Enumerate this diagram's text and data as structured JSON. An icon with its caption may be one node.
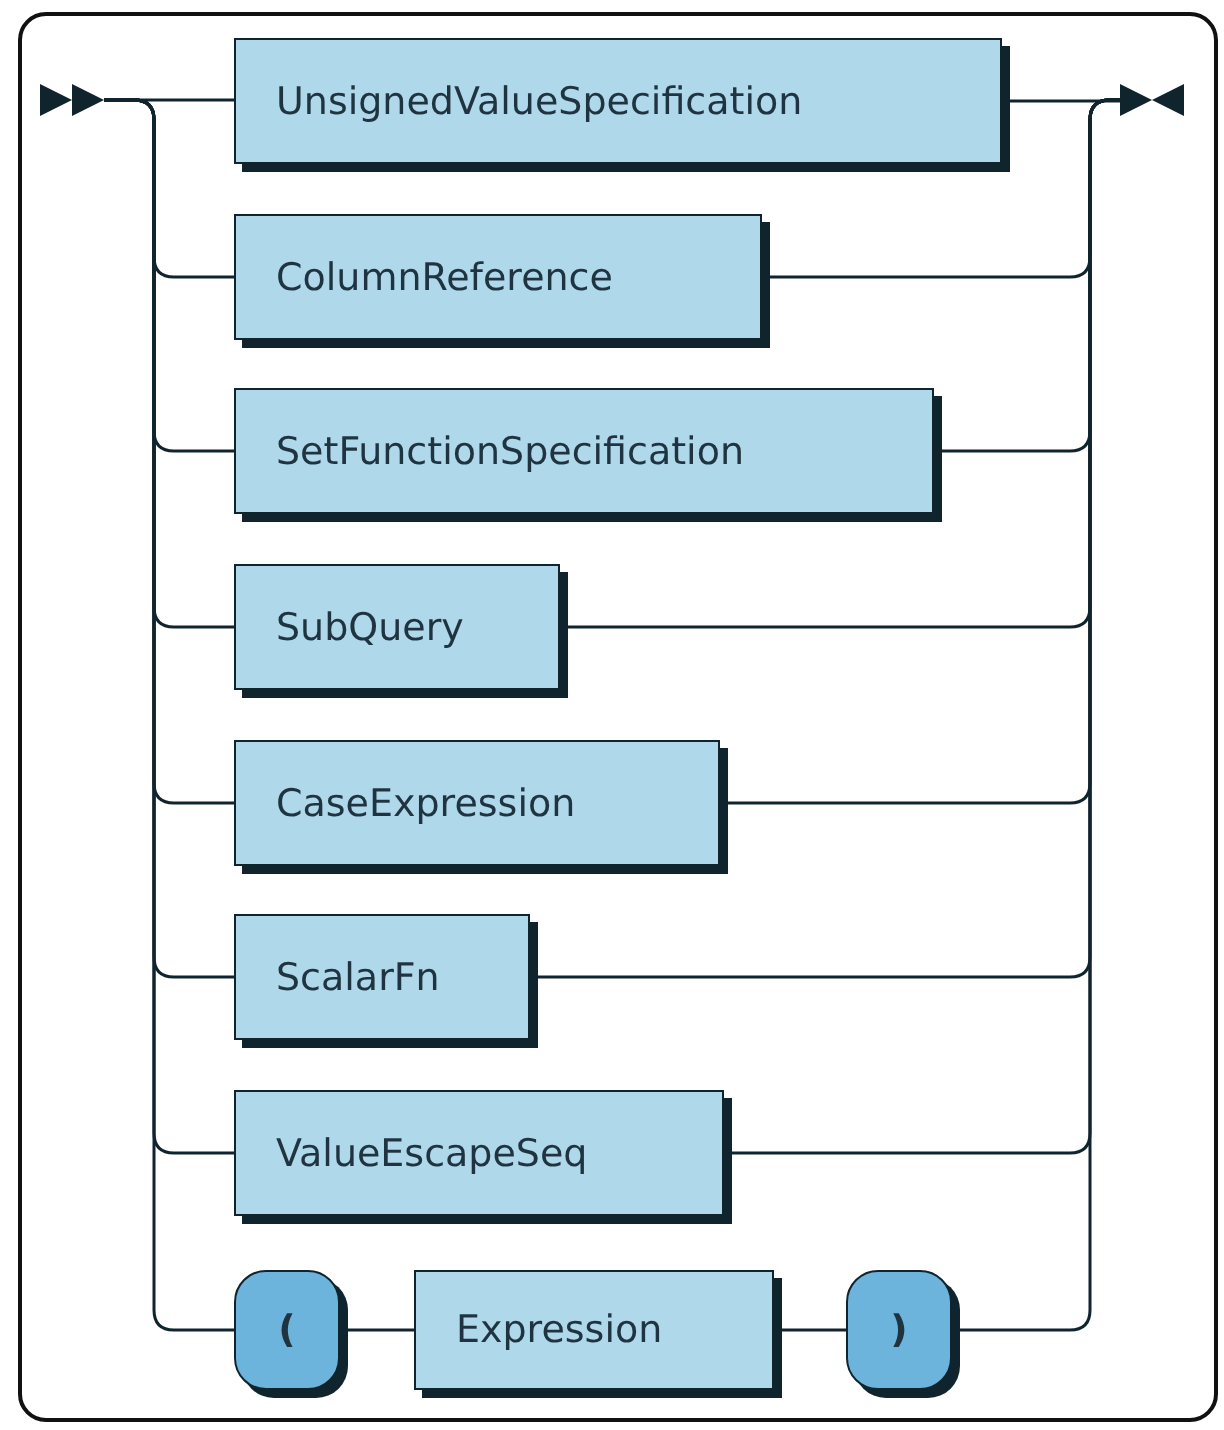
{
  "diagram": {
    "nodes": [
      {
        "text": [],
        "shape": "triangle"
      },
      {
        "text": [
          "UnsignedValueSpecification"
        ]
      },
      {
        "text": [
          "ColumnReference"
        ]
      },
      {
        "text": [
          "SetFunctionSpecification"
        ]
      },
      {
        "text": [
          "SubQuery"
        ]
      },
      {
        "text": [
          "CaseExpression"
        ]
      },
      {
        "text": [
          "ScalarFn"
        ]
      },
      {
        "text": [
          "ValueEscapeSeq"
        ]
      },
      {
        "text": [
          "("
        ]
      },
      {
        "text": [
          "Expression"
        ]
      },
      {
        "text": [
          ")"
        ]
      },
      {
        "text": [],
        "shape": "triangle"
      }
    ],
    "edges": [
      {
        "from": 0,
        "to": 1,
        "arrow": "none"
      },
      {
        "from": 0,
        "to": 2,
        "arrow": "none"
      },
      {
        "from": 0,
        "to": 3,
        "arrow": "none"
      },
      {
        "from": 0,
        "to": 4,
        "arrow": "none"
      },
      {
        "from": 0,
        "to": 5,
        "arrow": "none"
      },
      {
        "from": 0,
        "to": 6,
        "arrow": "none"
      },
      {
        "from": 0,
        "to": 7,
        "arrow": "none"
      },
      {
        "from": 0,
        "to": 8,
        "arrow": "none"
      },
      {
        "from": 8,
        "to": 9,
        "arrow": "none"
      },
      {
        "from": 9,
        "to": 10,
        "arrow": "none"
      },
      {
        "from": 1,
        "to": 11,
        "arrow": "none"
      },
      {
        "from": 2,
        "to": 11,
        "arrow": "none"
      },
      {
        "from": 3,
        "to": 11,
        "arrow": "none"
      },
      {
        "from": 4,
        "to": 11,
        "arrow": "none"
      },
      {
        "from": 5,
        "to": 11,
        "arrow": "none"
      },
      {
        "from": 6,
        "to": 11,
        "arrow": "none"
      },
      {
        "from": 7,
        "to": 11,
        "arrow": "none"
      },
      {
        "from": 10,
        "to": 11,
        "arrow": "none"
      }
    ]
  }
}
